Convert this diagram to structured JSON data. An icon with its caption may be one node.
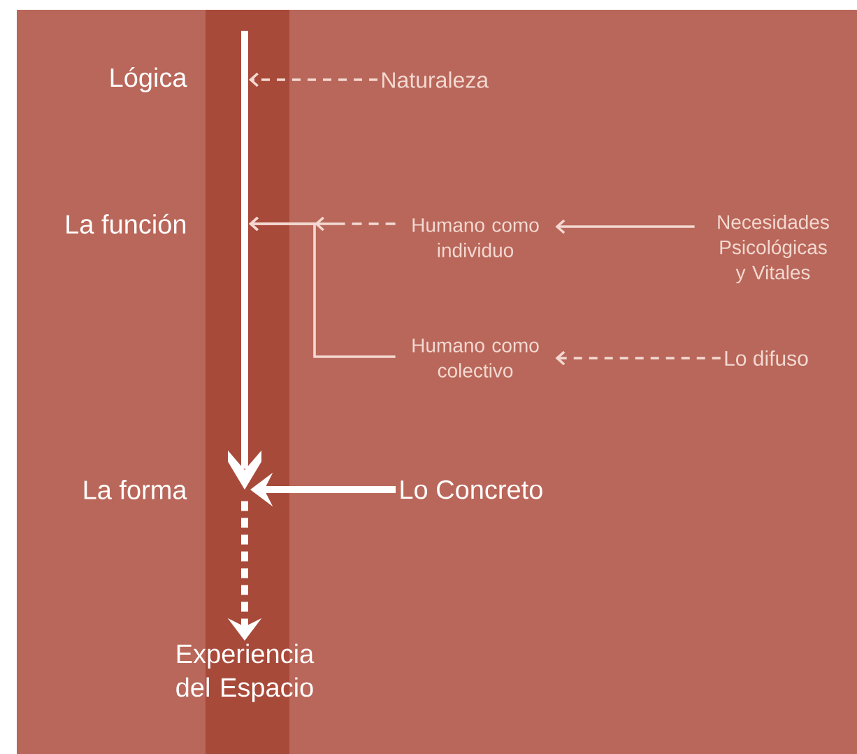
{
  "diagram": {
    "nodes": [
      {
        "text": [],
        "shape": "bar"
      },
      {
        "text": [
          "Experiencia del Espacio"
        ]
      },
      {
        "text": [
          "Naturaleza"
        ]
      },
      {
        "text": [
          "Humano como individuo"
        ]
      },
      {
        "text": [
          "Humano como colectivo"
        ]
      },
      {
        "text": [
          "Necesidades Psicológicas y Vitales"
        ]
      },
      {
        "text": [
          "Lo difuso"
        ]
      },
      {
        "text": [
          "Lo Concreto"
        ]
      }
    ],
    "edges": [
      {
        "from": 2,
        "to": 0,
        "arrow": "to",
        "style": "dashed"
      },
      {
        "from": 3,
        "to": 0,
        "arrow": "to",
        "style": "dashed"
      },
      {
        "from": 4,
        "to": 0,
        "arrow": "to"
      },
      {
        "from": 5,
        "to": 3,
        "arrow": "to"
      },
      {
        "from": 6,
        "to": 4,
        "arrow": "to",
        "style": "dashed"
      },
      {
        "from": 7,
        "to": 0,
        "arrow": "to",
        "style": "thick",
        "color": "#ffffff"
      },
      {
        "from": 0,
        "to": 1,
        "arrow": "to",
        "style": "dashed",
        "color": "#ffffff"
      }
    ],
    "labels": [
      "Lógica",
      "La función",
      "La forma"
    ]
  }
}
